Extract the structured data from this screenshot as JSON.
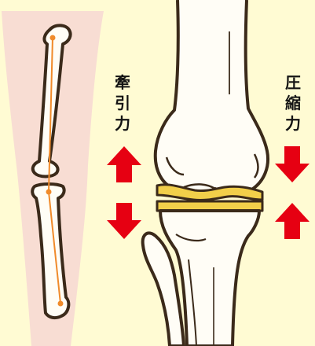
{
  "labels": {
    "traction": [
      "牽",
      "引",
      "力"
    ],
    "compression": [
      "圧",
      "縮",
      "力"
    ]
  },
  "colors": {
    "background": "#fffbd3",
    "leg_silhouette": "#f8ddd3",
    "bone_fill": "#fffdf6",
    "bone_outline": "#3b2a1a",
    "cartilage": "#f2cf4a",
    "axis_line": "#f08a2a",
    "arrow": "#e60012",
    "text": "#141414"
  },
  "icons": {
    "traction_arrows": [
      "arrow-up-icon",
      "arrow-down-icon"
    ],
    "compression_arrows": [
      "arrow-down-icon",
      "arrow-up-icon"
    ]
  }
}
